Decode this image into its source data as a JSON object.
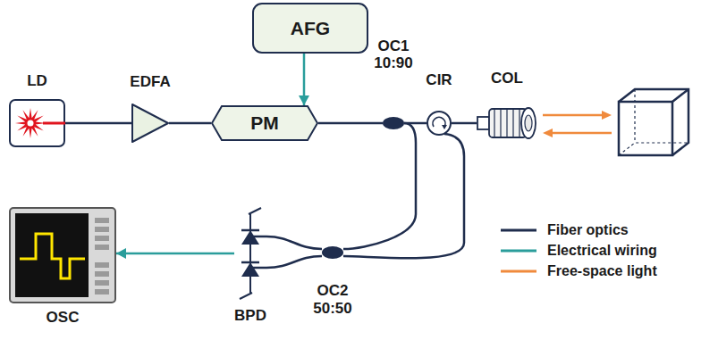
{
  "diagram": {
    "nodes": [
      {
        "text": [
          "AFG"
        ]
      },
      {
        "text": [
          "LD"
        ]
      },
      {
        "text": [
          "EDFA"
        ]
      },
      {
        "text": [
          "PM"
        ]
      },
      {
        "text": [
          "OC1 10:90"
        ]
      },
      {
        "text": [
          "CIR"
        ]
      },
      {
        "text": [
          "COL"
        ]
      },
      {
        "text": [
          "OSC"
        ]
      },
      {
        "text": [
          "BPD"
        ]
      },
      {
        "text": [
          "OC2 50:50"
        ]
      }
    ],
    "edges": [
      {
        "from": 1,
        "to": 2,
        "arrow": "none"
      },
      {
        "from": 2,
        "to": 3,
        "arrow": "none"
      },
      {
        "from": 0,
        "to": 3,
        "arrow": "to"
      },
      {
        "from": 3,
        "to": 4,
        "arrow": "none"
      },
      {
        "from": 4,
        "to": 5,
        "arrow": "none"
      },
      {
        "from": 5,
        "to": 6,
        "arrow": "none"
      },
      {
        "from": 4,
        "to": 9,
        "arrow": "none"
      },
      {
        "from": 5,
        "to": 9,
        "arrow": "none"
      },
      {
        "from": 9,
        "to": 8,
        "arrow": "none"
      },
      {
        "from": 9,
        "to": 8,
        "arrow": "none"
      },
      {
        "from": 8,
        "to": 7,
        "arrow": "to"
      }
    ],
    "legend": [
      {
        "text": "Fiber optics"
      },
      {
        "text": "Electrical wiring"
      },
      {
        "text": "Free-space light"
      }
    ]
  }
}
